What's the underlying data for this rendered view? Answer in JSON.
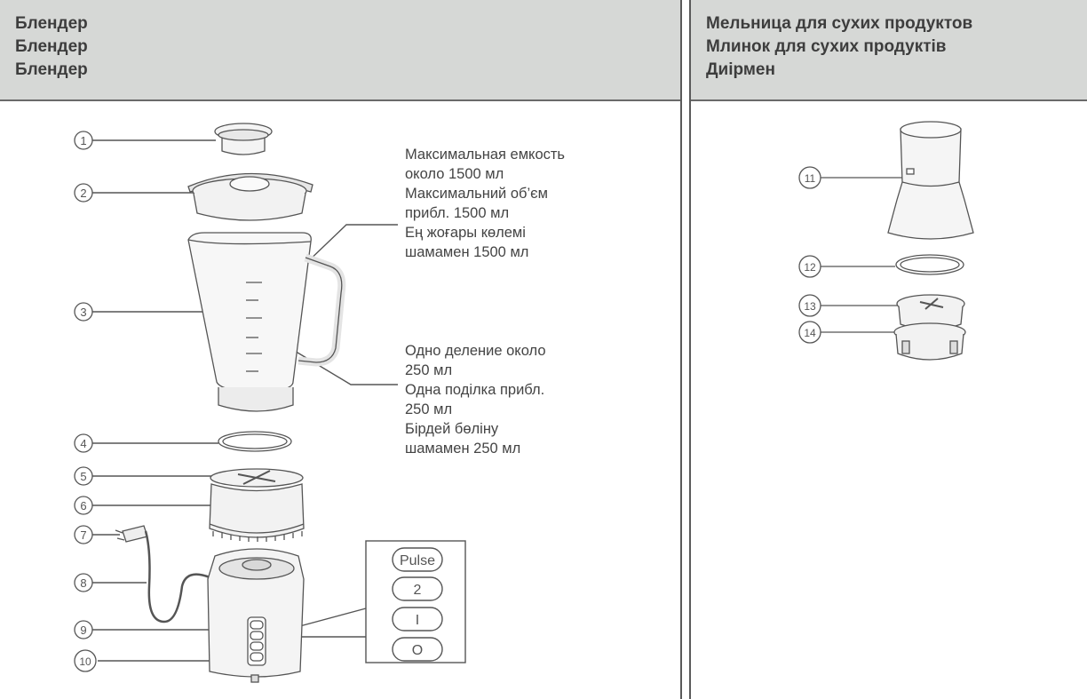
{
  "left_header": {
    "lines": [
      "Блендер",
      "Блендер",
      "Блендер"
    ]
  },
  "right_header": {
    "lines": [
      "Мельница для сухих продуктов",
      "Млинок для сухих продуктів",
      "Диірмен"
    ]
  },
  "capacity_text": [
    "Максимальная емкость",
    "около 1500 мл",
    "Максимальний об’єм",
    "прибл. 1500 мл",
    "Ең жоғары көлемі",
    "шамамен 1500 мл"
  ],
  "division_text": [
    "Одно деление около",
    "250 мл",
    "Одна поділка прибл.",
    "250 мл",
    "Бірдей бөліну",
    "шамамен 250 мл"
  ],
  "part_numbers": [
    "1",
    "2",
    "3",
    "4",
    "5",
    "6",
    "7",
    "8",
    "9",
    "10",
    "11",
    "12",
    "13",
    "14"
  ],
  "control_buttons": [
    "Pulse",
    "2",
    "I",
    "O"
  ]
}
